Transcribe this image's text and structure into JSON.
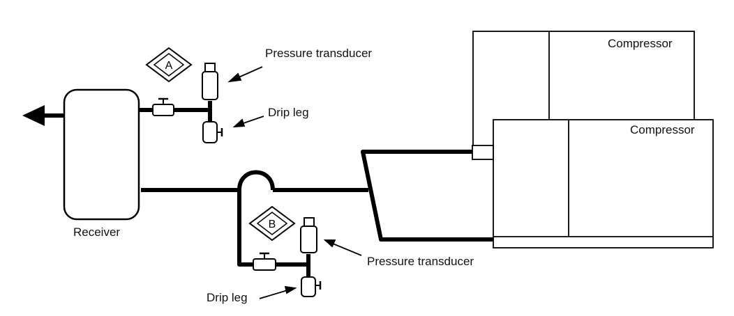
{
  "labels": {
    "receiver": "Receiver",
    "compressor_back": "Compressor",
    "compressor_front": "Compressor",
    "pressure_transducer_a": "Pressure transducer",
    "drip_leg_a": "Drip leg",
    "pressure_transducer_b": "Pressure transducer",
    "drip_leg_b": "Drip leg"
  },
  "markers": {
    "a": "A",
    "b": "B"
  },
  "colors": {
    "line": "#000000",
    "background": "#ffffff"
  }
}
